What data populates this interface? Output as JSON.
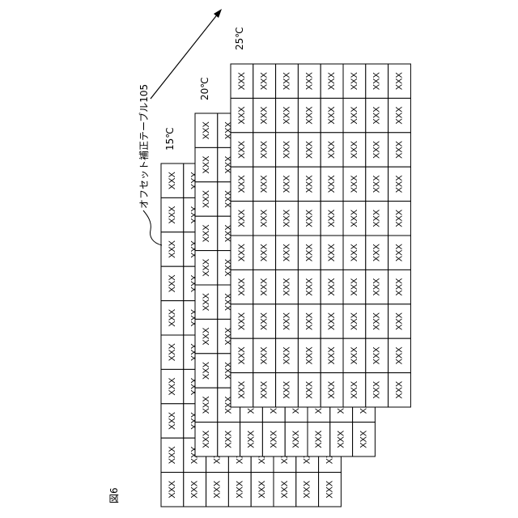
{
  "figure_label": "図6",
  "callout_label": "オフセット補正テーブル105",
  "cell_text": "XXX",
  "tables": [
    {
      "temperature": "15℃",
      "rows": 10,
      "cols": 8
    },
    {
      "temperature": "20℃",
      "rows": 10,
      "cols": 8
    },
    {
      "temperature": "25℃",
      "rows": 10,
      "cols": 8
    }
  ],
  "colors": {
    "line": "#000000",
    "cell_fill": "#ffffff"
  }
}
